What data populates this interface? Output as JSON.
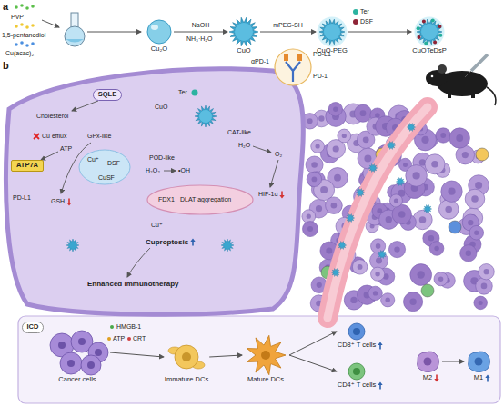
{
  "diagram": {
    "nodes": [
      {
        "text": [
          "Cu₂O"
        ]
      },
      {
        "text": [
          "CuO"
        ]
      },
      {
        "text": [
          "CuO-PEG"
        ]
      },
      {
        "text": [
          "CuOTeDsP"
        ]
      },
      {
        "text": [
          "SQLE"
        ]
      },
      {
        "text": [
          "ATP7A"
        ]
      },
      {
        "text": [
          "ICD"
        ]
      },
      {
        "text": [
          "Cancer cells"
        ]
      },
      {
        "text": [
          "Immature DCs"
        ]
      },
      {
        "text": [
          "Mature DCs"
        ]
      },
      {
        "text": [
          "CD8⁺ T cells"
        ]
      },
      {
        "text": [
          "CD4⁺ T cells"
        ]
      },
      {
        "text": [
          "M2"
        ]
      },
      {
        "text": [
          "M1"
        ]
      }
    ],
    "edges": [
      {
        "from": 0,
        "to": 1,
        "label": "NaOH",
        "arrow": "to"
      },
      {
        "from": 1,
        "to": 2,
        "label": "mPEG-SH",
        "arrow": "to"
      },
      {
        "from": 2,
        "to": 3,
        "arrow": "to"
      },
      {
        "from": 7,
        "to": 8,
        "arrow": "to"
      },
      {
        "from": 8,
        "to": 9,
        "arrow": "to"
      },
      {
        "from": 9,
        "to": 10,
        "arrow": "to"
      },
      {
        "from": 9,
        "to": 11,
        "arrow": "to"
      },
      {
        "from": 12,
        "to": 13,
        "arrow": "to"
      }
    ],
    "labels": [
      "a",
      "PVP",
      "1,5-pentanediol",
      "Cu(acac)₂",
      "NH₃·H₂O",
      "Ter",
      "DSF",
      "b",
      "Ter",
      "CuO",
      "Cholesterol",
      "Cu efflux",
      "ATP",
      "GPx-like",
      "CAT-like",
      "H₂O",
      "O₂",
      "Cu⁺",
      "DSF",
      "CuSF",
      "POD-like",
      "H₂O₂",
      "•OH",
      "FDX1",
      "DLAT aggregation",
      "HIF-1α",
      "GSH",
      "PD-L1",
      "Cu⁺",
      "Cuproptosis",
      "Enhanced immunotherapy",
      "αPD-1",
      "PD-L1",
      "PD-1",
      "HMGB-1",
      "ATP",
      "CRT"
    ]
  }
}
